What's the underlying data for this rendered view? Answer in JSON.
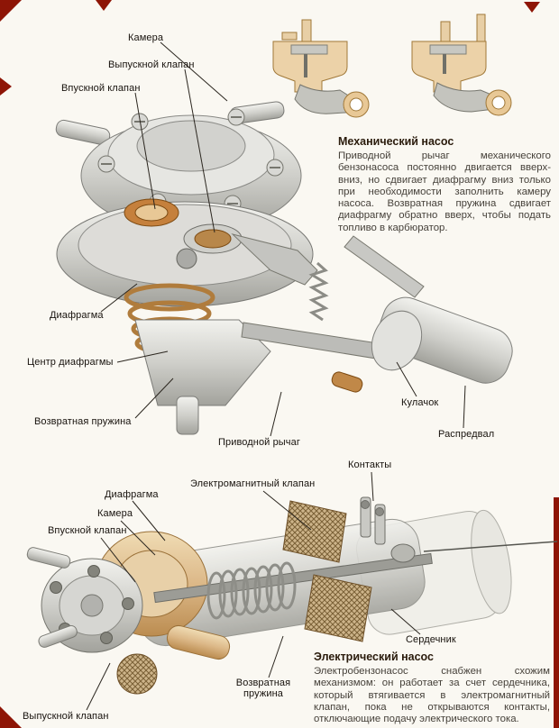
{
  "page": {
    "paper_color": "#faf8f2",
    "mark_color": "#8e1506"
  },
  "mechanical": {
    "heading": "Механический насос",
    "paragraph": "Приводной рычаг механического бензонасоса постоянно двигается вверх-вниз, но сдвигает диафрагму вниз только при необходимости заполнить камеру насоса. Возвратная пружина сдвигает диафрагму обратно вверх, чтобы подать топливо в карбюратор.",
    "labels": {
      "camera": "Камера",
      "outlet_valve": "Выпускной клапан",
      "inlet_valve": "Впускной клапан",
      "diaphragm": "Диафрагма",
      "diaphragm_center": "Центр диафрагмы",
      "return_spring": "Возвратная пружина",
      "drive_lever": "Приводной рычаг",
      "cam": "Кулачок",
      "camshaft": "Распредвал"
    }
  },
  "electrical": {
    "heading": "Электрический насос",
    "paragraph": "Электробензонасос снабжен схожим механизмом: он работает за счет сердечника, который втягивается в электромагнитный клапан, пока не открываются контакты, отключающие подачу электрического тока.",
    "labels": {
      "contacts": "Контакты",
      "solenoid_valve": "Электромагнитный клапан",
      "diaphragm": "Диафрагма",
      "camera": "Камера",
      "inlet_valve": "Впускной клапан",
      "core": "Сердечник",
      "return_spring": "Возвратная пружина",
      "outlet_valve": "Выпускной клапан"
    }
  }
}
